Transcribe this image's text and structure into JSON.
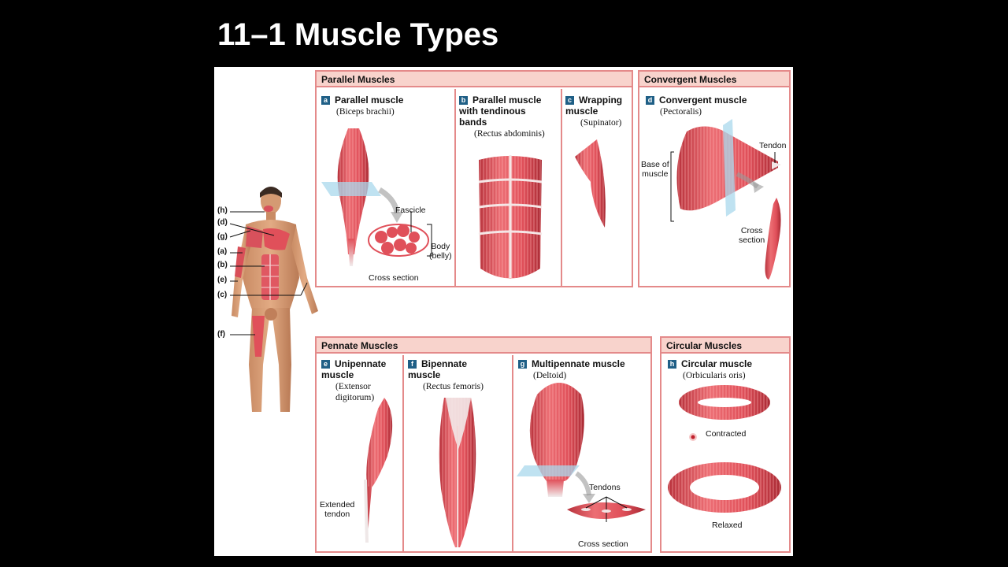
{
  "slide_title": "11–1 Muscle Types",
  "body_labels": [
    "(h)",
    "(d)",
    "(g)",
    "(a)",
    "(b)",
    "(e)",
    "(c)",
    "(f)"
  ],
  "panels": {
    "parallel": {
      "title": "Parallel Muscles",
      "a": {
        "letter": "a",
        "name": "Parallel muscle",
        "latin": "(Biceps brachii)",
        "fascicle": "Fascicle",
        "body": "Body\n(belly)",
        "cross_section": "Cross section"
      },
      "b": {
        "letter": "b",
        "name": "Parallel muscle\nwith tendinous\nbands",
        "latin": "(Rectus abdominis)"
      },
      "c": {
        "letter": "c",
        "name": "Wrapping\nmuscle",
        "latin": "(Supinator)"
      }
    },
    "convergent": {
      "title": "Convergent Muscles",
      "d": {
        "letter": "d",
        "name": "Convergent muscle",
        "latin": "(Pectoralis)",
        "tendon": "Tendon",
        "base": "Base of\nmuscle",
        "cross_section": "Cross\nsection"
      }
    },
    "pennate": {
      "title": "Pennate Muscles",
      "e": {
        "letter": "e",
        "name": "Unipennate\nmuscle",
        "latin": "(Extensor\ndigitorum)",
        "tendon": "Extended\ntendon"
      },
      "f": {
        "letter": "f",
        "name": "Bipennate\nmuscle",
        "latin": "(Rectus femoris)"
      },
      "g": {
        "letter": "g",
        "name": "Multipennate muscle",
        "latin": "(Deltoid)",
        "tendons": "Tendons",
        "cross_section": "Cross section"
      }
    },
    "circular": {
      "title": "Circular Muscles",
      "h": {
        "letter": "h",
        "name": "Circular muscle",
        "latin": "(Orbicularis oris)",
        "contracted": "Contracted",
        "relaxed": "Relaxed"
      }
    }
  },
  "colors": {
    "panel_border": "#e48a8a",
    "panel_header": "#f8d3cc",
    "muscle": "#e0505a",
    "letter_box": "#1f5f86"
  }
}
